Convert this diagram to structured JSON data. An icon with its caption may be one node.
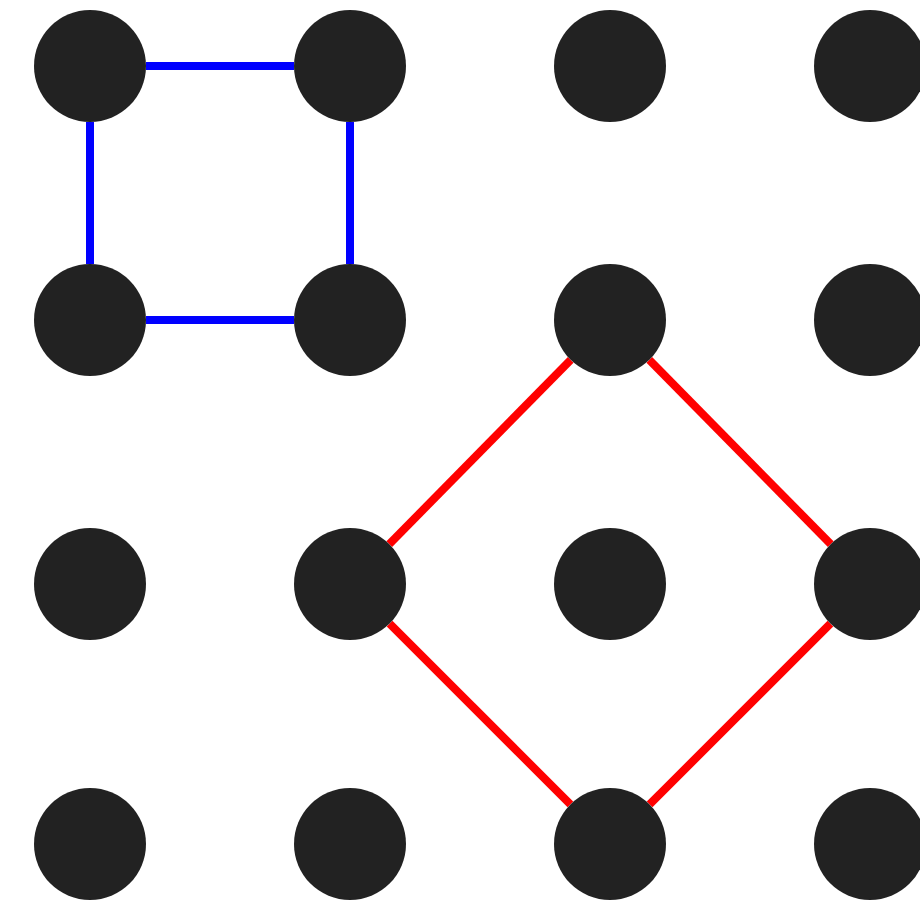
{
  "diagram": {
    "nodes": [
      {
        "text": [],
        "shape": "circle"
      },
      {
        "text": [],
        "shape": "circle"
      },
      {
        "text": [],
        "shape": "circle"
      },
      {
        "text": [],
        "shape": "circle"
      },
      {
        "text": [],
        "shape": "circle"
      },
      {
        "text": [],
        "shape": "circle"
      },
      {
        "text": [],
        "shape": "circle"
      },
      {
        "text": [],
        "shape": "circle"
      },
      {
        "text": [],
        "shape": "circle"
      },
      {
        "text": [],
        "shape": "circle"
      },
      {
        "text": [],
        "shape": "circle"
      },
      {
        "text": [],
        "shape": "circle"
      },
      {
        "text": [],
        "shape": "circle"
      },
      {
        "text": [],
        "shape": "circle"
      },
      {
        "text": [],
        "shape": "circle"
      },
      {
        "text": [],
        "shape": "circle"
      }
    ],
    "edges": [
      {
        "from": 0,
        "to": 1,
        "arrow": "none",
        "color": "#0000ff"
      },
      {
        "from": 1,
        "to": 5,
        "arrow": "none",
        "color": "#0000ff"
      },
      {
        "from": 5,
        "to": 4,
        "arrow": "none",
        "color": "#0000ff"
      },
      {
        "from": 4,
        "to": 0,
        "arrow": "none",
        "color": "#0000ff"
      },
      {
        "from": 6,
        "to": 11,
        "arrow": "none",
        "color": "#ff0000"
      },
      {
        "from": 11,
        "to": 14,
        "arrow": "none",
        "color": "#ff0000"
      },
      {
        "from": 14,
        "to": 9,
        "arrow": "none",
        "color": "#ff0000"
      },
      {
        "from": 9,
        "to": 6,
        "arrow": "none",
        "color": "#ff0000"
      }
    ]
  }
}
